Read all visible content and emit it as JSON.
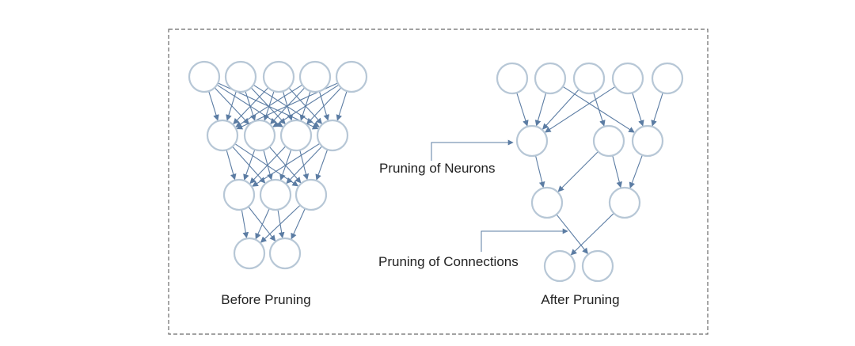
{
  "diagram": {
    "panels": [
      {
        "id": "before",
        "caption": "Before Pruning",
        "layers": [
          5,
          4,
          3,
          2
        ],
        "edges": "fully-connected"
      },
      {
        "id": "after",
        "caption": "After Pruning",
        "layers": [
          5,
          3,
          2,
          2
        ],
        "edges": "pruned"
      }
    ],
    "annotations": {
      "neurons": "Pruning of Neurons",
      "connections": "Pruning of Connections"
    },
    "colors": {
      "node_stroke": "#b7c7d6",
      "edge": "#5b7ca3",
      "frame": "#6b6b6b",
      "text": "#222222"
    }
  }
}
